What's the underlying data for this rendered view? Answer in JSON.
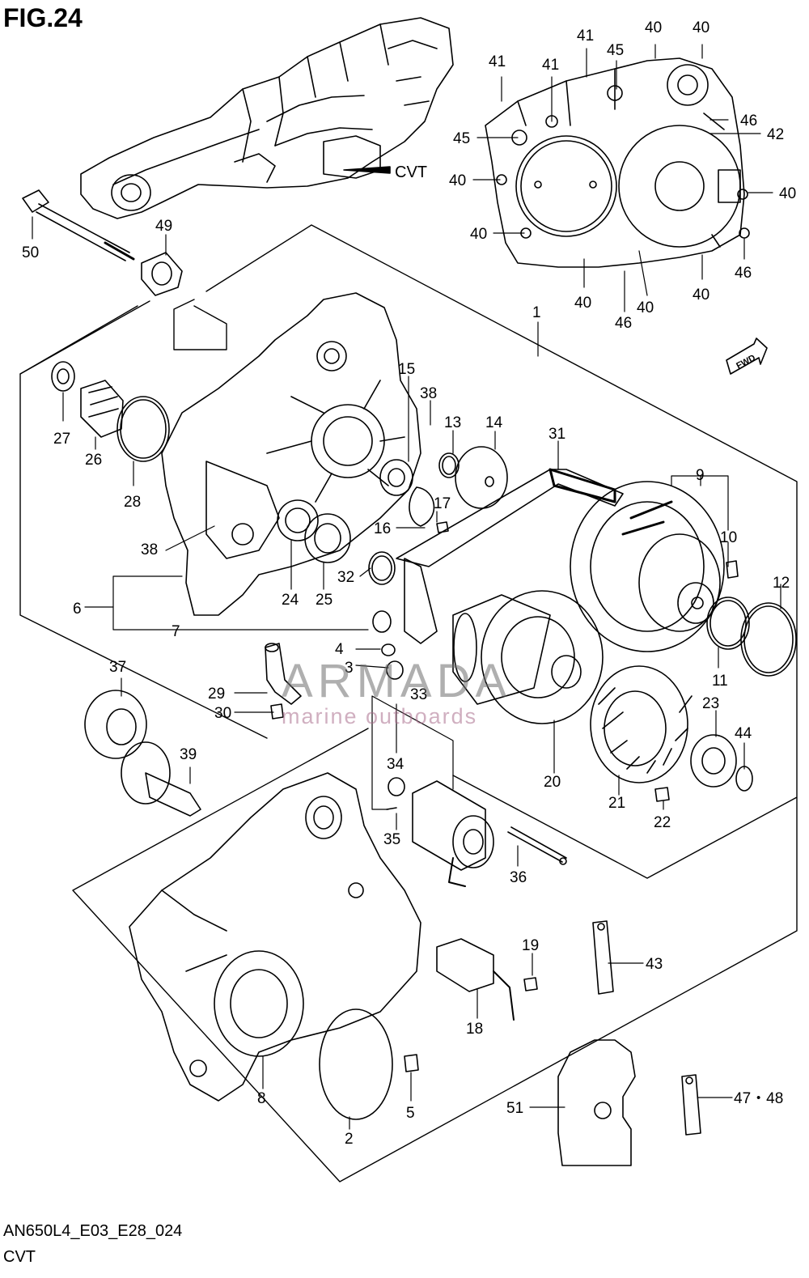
{
  "figure": {
    "title": "FIG.24",
    "code": "AN650L4_E03_E28_024",
    "name": "CVT"
  },
  "watermark": {
    "brand": "ARMADA",
    "tagline": "marine outboards",
    "accent_color": "#e7a3c4"
  },
  "inset": {
    "pointer_label": "CVT"
  },
  "fwd_badge": "FWD",
  "callouts": [
    "1",
    "2",
    "3",
    "4",
    "5",
    "6",
    "7",
    "8",
    "9",
    "10",
    "11",
    "12",
    "13",
    "14",
    "15",
    "16",
    "17",
    "18",
    "19",
    "20",
    "21",
    "22",
    "23",
    "24",
    "25",
    "26",
    "27",
    "28",
    "29",
    "30",
    "31",
    "32",
    "33",
    "34",
    "35",
    "36",
    "37",
    "38",
    "38",
    "39",
    "40",
    "40",
    "40",
    "40",
    "40",
    "40",
    "40",
    "40",
    "40",
    "40",
    "41",
    "41",
    "41",
    "42",
    "43",
    "44",
    "45",
    "45",
    "46",
    "46",
    "46",
    "47・48",
    "49",
    "50",
    "51"
  ]
}
